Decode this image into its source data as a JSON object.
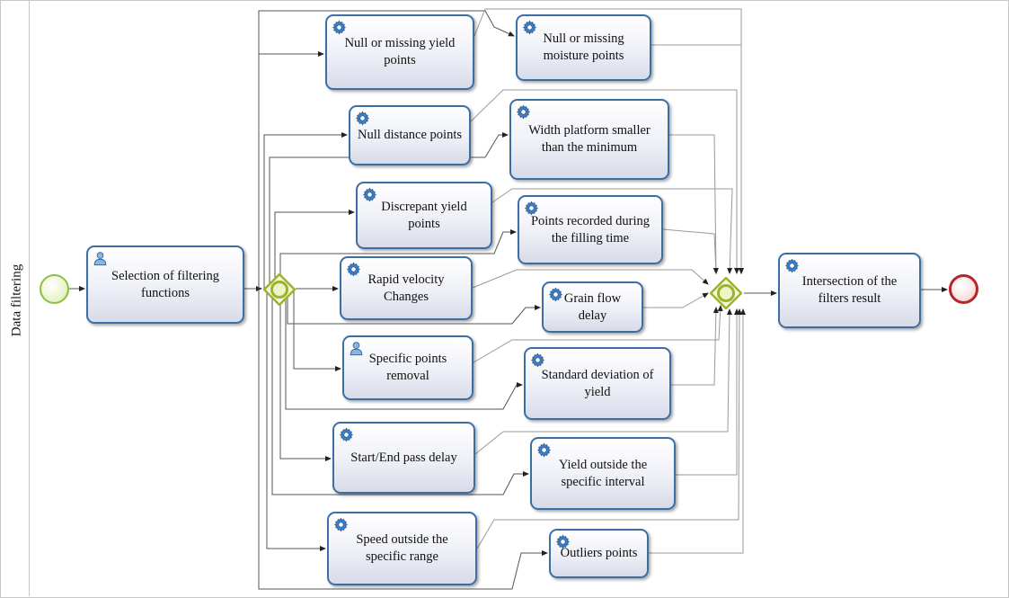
{
  "lane": {
    "label": "Data filtering"
  },
  "tasks": {
    "selection": "Selection of filtering functions",
    "null_yield": "Null or missing yield points",
    "null_moisture": "Null or missing moisture points",
    "null_distance": "Null distance points",
    "width_platform": "Width platform smaller than the minimum",
    "discrepant": "Discrepant yield points",
    "filling_time": "Points recorded during the filling time",
    "rapid_velocity": "Rapid velocity Changes",
    "grain_flow": "Grain flow delay",
    "specific_removal": "Specific points removal",
    "std_dev": "Standard deviation of yield",
    "start_end": "Start/End pass delay",
    "yield_outside": "Yield outside the specific interval",
    "speed_outside": "Speed outside the specific range",
    "outliers": "Outliers points",
    "intersection": "Intersection of the filters result"
  },
  "task_types": {
    "selection": "user-icon",
    "null_yield": "gear-icon",
    "null_moisture": "gear-icon",
    "null_distance": "gear-icon",
    "width_platform": "gear-icon",
    "discrepant": "gear-icon",
    "filling_time": "gear-icon",
    "rapid_velocity": "gear-icon",
    "grain_flow": "gear-icon",
    "specific_removal": "user-icon",
    "std_dev": "gear-icon",
    "start_end": "gear-icon",
    "yield_outside": "gear-icon",
    "speed_outside": "gear-icon",
    "outliers": "gear-icon",
    "intersection": "gear-icon"
  },
  "colors": {
    "task_border": "#3a6ea5",
    "gateway": "#9ab52c",
    "start_event": "#8cbf3f",
    "end_event": "#b5262b",
    "connector": "#9a9a9a"
  }
}
